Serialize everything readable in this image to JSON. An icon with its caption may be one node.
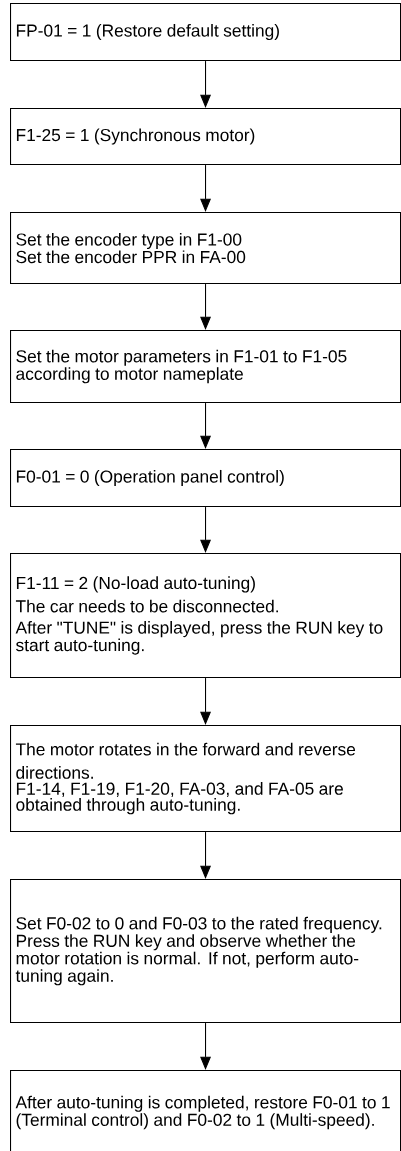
{
  "diagram": {
    "nodes": [
      {
        "text": [
          "FP-01 = 1 (Restore default setting)"
        ]
      },
      {
        "text": [
          "F1-25 = 1 (Synchronous motor)"
        ]
      },
      {
        "text": [
          "Set the encoder type in F1-00",
          "Set the encoder PPR in FA-00"
        ]
      },
      {
        "text": [
          "Set the motor parameters in F1-01 to F1-05 according to motor nameplate"
        ]
      },
      {
        "text": [
          "F0-01 = 0 (Operation panel control)"
        ]
      },
      {
        "text": [
          "F1-11 = 2 (No-load auto-tuning)",
          "The car needs to be disconnected.",
          "After \"TUNE\" is displayed, press the RUN key to start auto-tuning."
        ]
      },
      {
        "text": [
          "The motor rotates in the forward and reverse directions.",
          "F1-14, F1-19, F1-20, FA-03, and FA-05 are obtained through auto-tuning."
        ]
      },
      {
        "text": [
          "Set F0-02 to 0 and F0-03 to the rated frequency.",
          "Press the RUN key and observe whether the motor rotation is normal. If not, perform auto-tuning again."
        ]
      },
      {
        "text": [
          "After auto-tuning is completed, restore F0-01 to 1 (Terminal control) and F0-02 to 1 (Multi-speed)."
        ]
      }
    ],
    "edges": [
      {
        "from": 0,
        "to": 1,
        "arrow": "to"
      },
      {
        "from": 1,
        "to": 2,
        "arrow": "to"
      },
      {
        "from": 2,
        "to": 3,
        "arrow": "to"
      },
      {
        "from": 3,
        "to": 4,
        "arrow": "to"
      },
      {
        "from": 4,
        "to": 5,
        "arrow": "to"
      },
      {
        "from": 5,
        "to": 6,
        "arrow": "to"
      },
      {
        "from": 6,
        "to": 7,
        "arrow": "to"
      },
      {
        "from": 7,
        "to": 8,
        "arrow": "to"
      }
    ]
  }
}
